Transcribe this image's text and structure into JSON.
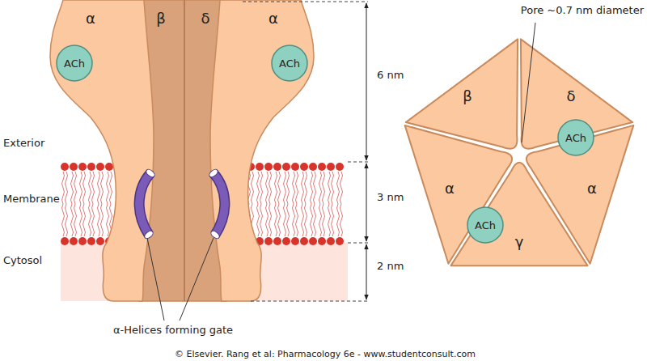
{
  "diagram": {
    "nodes": [
      {
        "text": [
          "α"
        ]
      },
      {
        "text": [
          "ACh"
        ]
      },
      {
        "text": [
          "β"
        ]
      },
      {
        "text": [
          "δ"
        ]
      },
      {
        "text": [
          "α"
        ]
      },
      {
        "text": [
          "ACh"
        ]
      },
      {
        "text": [
          "β"
        ]
      },
      {
        "text": [
          "δ"
        ]
      },
      {
        "text": [
          "ACh"
        ]
      },
      {
        "text": [
          "α"
        ]
      },
      {
        "text": [
          "α"
        ]
      },
      {
        "text": [
          "ACh"
        ]
      },
      {
        "text": [
          "γ"
        ]
      }
    ],
    "labels": [
      "6 nm",
      "Exterior",
      "Membrane",
      "3 nm",
      "Cytosol",
      "2 nm",
      "α-Helices forming gate",
      "Pore ~0.7 nm diameter",
      "© Elsevier. Rang et al: Pharmacology 6e - www.studentconsult.com"
    ]
  }
}
